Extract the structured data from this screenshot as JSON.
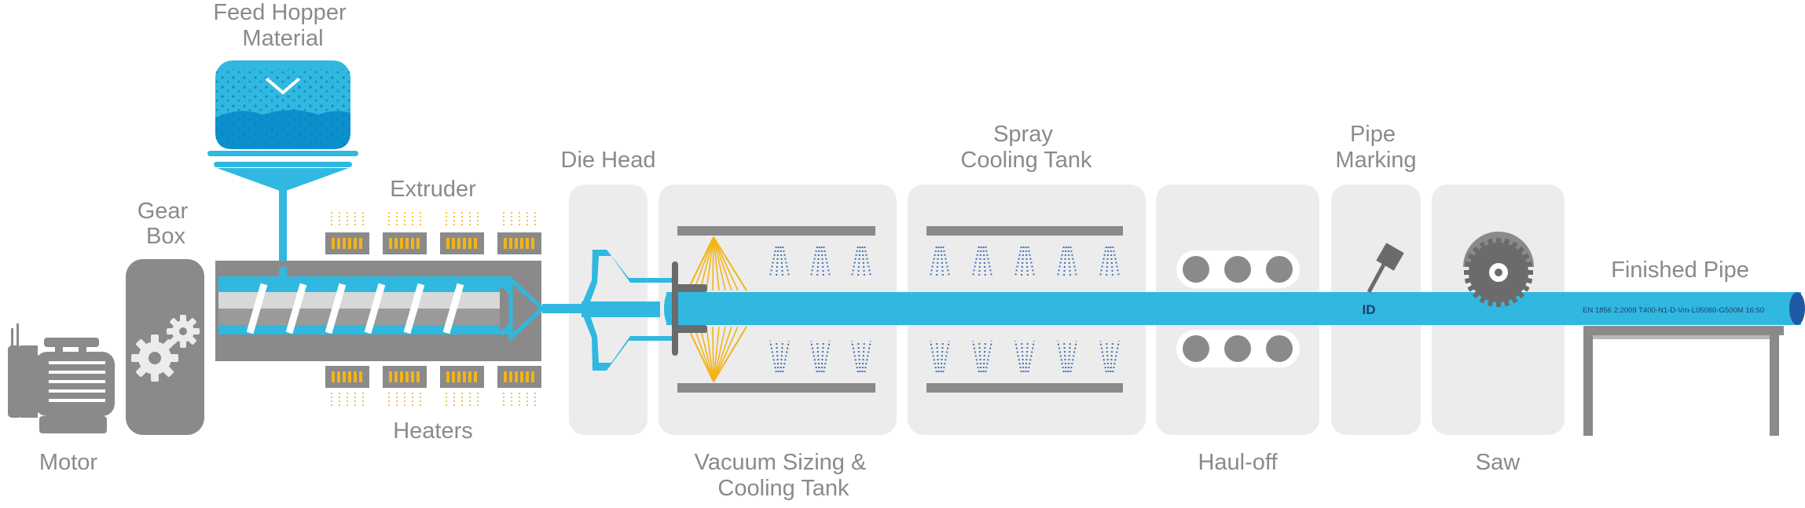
{
  "labels": {
    "feed_hopper": [
      "Feed Hopper",
      "Material"
    ],
    "gear_box": [
      "Gear",
      "Box"
    ],
    "motor": "Motor",
    "extruder": "Extruder",
    "heaters": "Heaters",
    "die_head": "Die Head",
    "vacuum_sizing": [
      "Vacuum Sizing &",
      "Cooling Tank"
    ],
    "spray_cooling": [
      "Spray",
      "Cooling Tank"
    ],
    "haul_off": "Haul-off",
    "pipe_marking": [
      "Pipe",
      "Marking"
    ],
    "saw": "Saw",
    "finished_pipe": "Finished Pipe",
    "pipe_marking_text": "EN 1856 2:2009 T400-N1-D-Vm-L05060-G500M 16:50",
    "marker_id": "ID"
  },
  "colors": {
    "pipe": "#30b8e0",
    "pipe_end": "#1f5aa6",
    "stage_box": "#ececec",
    "machine_gray": "#8a8a8a",
    "label_gray": "#8a8a8a",
    "heater_yellow": "#f2b418",
    "hopper_blue": "#1aa8dc",
    "spray_blue": "#3b6fb6"
  },
  "icons": [
    "motor-icon",
    "gears-icon",
    "hopper-icon",
    "screw-icon",
    "heater-icon",
    "die-icon",
    "vacuum-fan-icon",
    "spray-nozzle-icon",
    "roller-icon",
    "marker-icon",
    "saw-blade-icon",
    "table-icon"
  ]
}
